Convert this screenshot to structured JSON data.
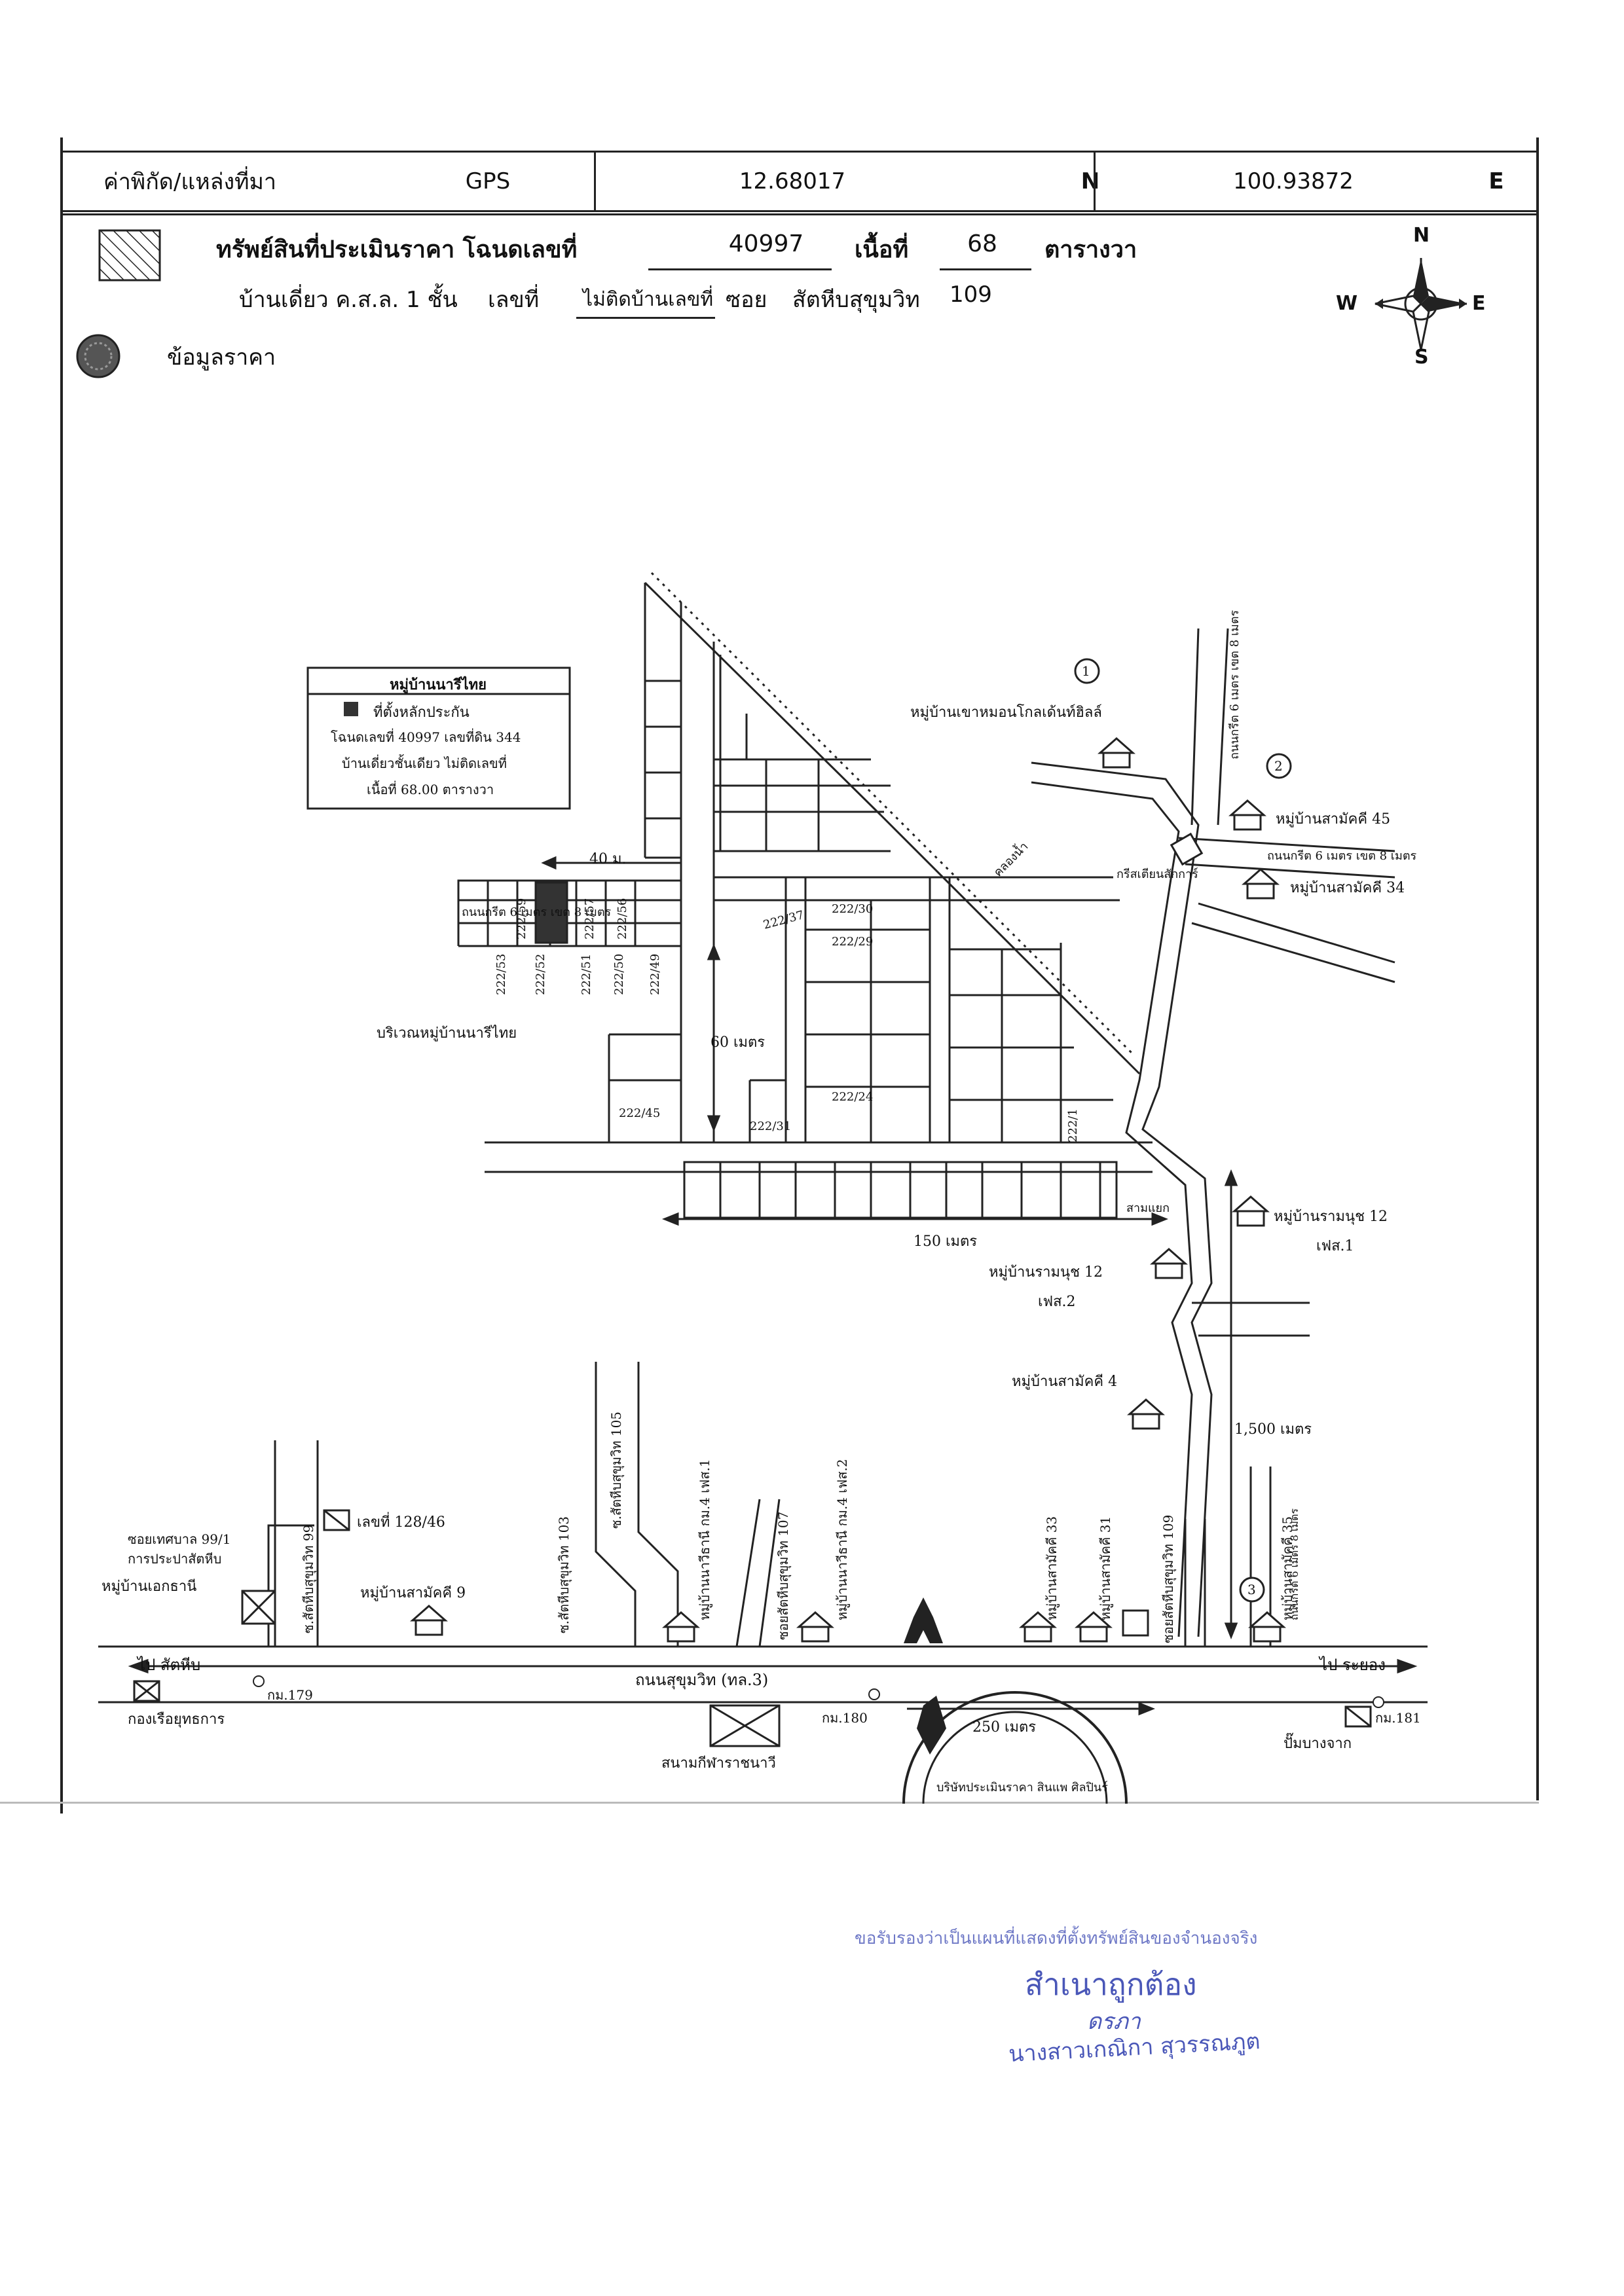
{
  "header": {
    "coord_label": "ค่าพิกัด/แหล่งที่มา",
    "coord_source": "GPS",
    "latitude": "12.68017",
    "lat_dir": "N",
    "longitude": "100.93872",
    "lon_dir": "E"
  },
  "property": {
    "title_prefix": "ทรัพย์สินที่ประเมินราคา โฉนดเลขที่",
    "deed_no": "40997",
    "area_label": "เนื้อที่",
    "area_value": "68",
    "area_unit": "ตารางวา",
    "type": "บ้านเดี่ยว ค.ส.ล. 1 ชั้น",
    "house_no_label": "เลขที่",
    "house_no": "ไม่ติดบ้านเลขที่",
    "soi_label": "ซอย",
    "soi": "สัตหีบสุขุมวิท",
    "soi_no": "109"
  },
  "price_info_label": "ข้อมูลราคา",
  "compass": {
    "n": "N",
    "s": "S",
    "e": "E",
    "w": "W"
  },
  "legend_box": {
    "title": "หมู่บ้านนารีไทย",
    "line1": "ที่ตั้งหลักประกัน",
    "line2": "โฉนดเลขที่ 40997 เลขที่ดิน 344",
    "line3": "บ้านเดี่ยวชั้นเดียว ไม่ติดเลขที่",
    "line4": "เนื้อที่ 68.00 ตารางวา"
  },
  "map_labels": {
    "dist_40m": "40 ม.",
    "road_6m_8m": "ถนนกรีต 6 เมตร เขต 8 เมตร",
    "area_nareethai": "บริเวณหมู่บ้านนารีไทย",
    "dist_60m": "60 เมตร",
    "dist_150m": "150 เมตร",
    "dist_1500m": "1,500 เมตร",
    "dist_250m": "250 เมตร",
    "canal": "คลองน้ำ",
    "intersection": "สามแยก",
    "concrete_road_right": "ถนนกรีต 6 เมตร เขต 8 เมตร",
    "concrete_road_top": "ถนนกรีต 6 เมตร เขต 8 เมตร",
    "concrete_road_35": "ถนนกรีต 6 เมตร เขต 8 เมตร",
    "chapel": "กรีสเตียนสักการ์",
    "to_sattahip": "ไป สัตหีบ",
    "to_rayong": "ไป ระยอง",
    "main_road": "ถนนสุขุมวิท (ทล.3)",
    "navy": "กองเรือยุทธการ",
    "km179": "กม.179",
    "km180": "กม.180",
    "km181": "กม.181",
    "stadium": "สนามกีฬาราชนาวี",
    "gas_station": "ปั๊มบางจาก",
    "house_no_128": "เลขที่ 128/46",
    "village_ekthani": "หมู่บ้านเอกธานี",
    "soi_ekthani": "ซอยเทศบาล 99/1",
    "soi_ekthani_2": "การประปาสัตหีบ",
    "village_samakkee9": "หมู่บ้านสามัคคี 9",
    "village_samakkee4": "หมู่บ้านสามัคคี 4",
    "village_45": "หมู่บ้านสามัคคี 45",
    "village_34": "หมู่บ้านสามัคคี 34",
    "village_khaomon": "หมู่บ้านเขาหมอนโกลเด้นท์ฮิลล์",
    "village_ramnut12_1a": "หมู่บ้านรามนุช 12",
    "village_ramnut12_1b": "เฟส.1",
    "village_ramnut12_2a": "หมู่บ้านรามนุช 12",
    "village_ramnut12_2b": "เฟส.2",
    "num1": "1",
    "num2": "2",
    "num3": "3",
    "soi99": "ซ.สัตหีบสุขุมวิท 99",
    "soi103": "ซ.สัตหีบสุขุมวิท 103",
    "soi105": "ซ.สัตหีบสุขุมวิท 105",
    "soi107": "ซอยสัตหีบสุขุมวิท 107",
    "soi109": "ซอยสัตหีบสุขุมวิท 109",
    "village_nawee1": "หมู่บ้านนาวีธานี กม.4 เฟส.1",
    "village_nawee2": "หมู่บ้านนาวีธานี กม.4 เฟส.2",
    "village_33": "หมู่บ้านสามัคคี 33",
    "village_31": "หมู่บ้านสามัคคี 31",
    "village_35": "หมู่บ้านสามัคคี 35",
    "road_35": "ถนนกรีต 6 เมตร 8 เมตร",
    "plot_59": "222/59",
    "plot_57": "222/57",
    "plot_56": "222/56",
    "plot_53": "222/53",
    "plot_52": "222/52",
    "plot_51": "222/51",
    "plot_50": "222/50",
    "plot_49": "222/49",
    "plot_45": "222/45",
    "plot_37": "222/37",
    "plot_31": "222/31",
    "plot_30": "222/30",
    "plot_29": "222/29",
    "plot_24": "222/24",
    "plot_1": "222/1",
    "stamp_ring": "บริษัทประเมินราคา สินแพ ศิลปินร์"
  },
  "certification": {
    "line1": "ขอรับรองว่าเป็นแผนที่แสดงที่ตั้งทรัพย์สินของจำนองจริง",
    "line2": "สำเนาถูกต้อง",
    "signature": "ดรภา",
    "line3": "นางสาวเกณิกา สุวรรณภูต"
  },
  "colors": {
    "line": "#222222",
    "stamp": "#4a57b8"
  }
}
